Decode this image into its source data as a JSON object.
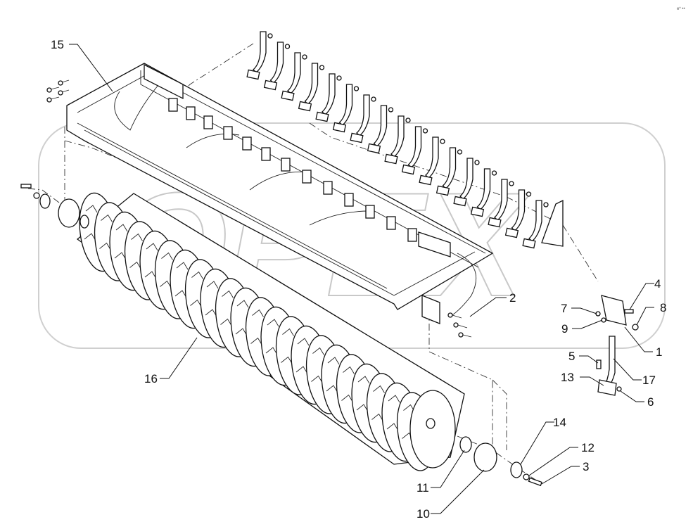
{
  "watermark": "OPEX",
  "corner_mark": "e* ••",
  "callouts": [
    {
      "id": "c15",
      "text": "15"
    },
    {
      "id": "c2",
      "text": "2"
    },
    {
      "id": "c4",
      "text": "4"
    },
    {
      "id": "c8",
      "text": "8"
    },
    {
      "id": "c7",
      "text": "7"
    },
    {
      "id": "c9",
      "text": "9"
    },
    {
      "id": "c1",
      "text": "1"
    },
    {
      "id": "c5",
      "text": "5"
    },
    {
      "id": "c17",
      "text": "17"
    },
    {
      "id": "c13",
      "text": "13"
    },
    {
      "id": "c6",
      "text": "6"
    },
    {
      "id": "c16",
      "text": "16"
    },
    {
      "id": "c14",
      "text": "14"
    },
    {
      "id": "c12",
      "text": "12"
    },
    {
      "id": "c3",
      "text": "3"
    },
    {
      "id": "c11",
      "text": "11"
    },
    {
      "id": "c10",
      "text": "10"
    }
  ]
}
